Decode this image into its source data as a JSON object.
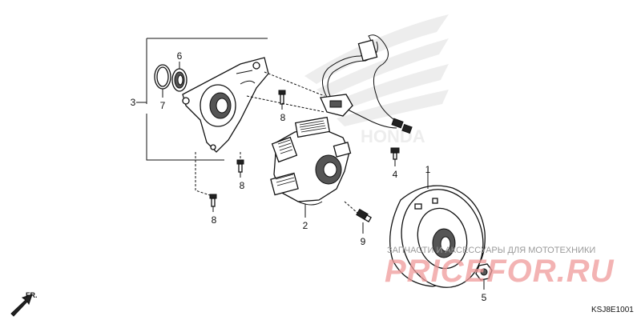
{
  "callouts": {
    "c1": "1",
    "c2": "2",
    "c3": "3",
    "c4": "4",
    "c5": "5",
    "c6": "6",
    "c7": "7",
    "c8a": "8",
    "c8b": "8",
    "c8c": "8",
    "c9": "9"
  },
  "diagram_code": "KSJ8E1001",
  "front_arrow_label": "FR.",
  "watermark": {
    "tagline": "ЗАПЧАСТИ И АКСЕССУАРЫ ДЛЯ МОТОТЕХНИКИ",
    "logo_text": "PRICEFOR.RU"
  },
  "colors": {
    "line": "#111111",
    "watermark_logo": "#ef9a9a",
    "watermark_text": "#9a9a9a"
  }
}
